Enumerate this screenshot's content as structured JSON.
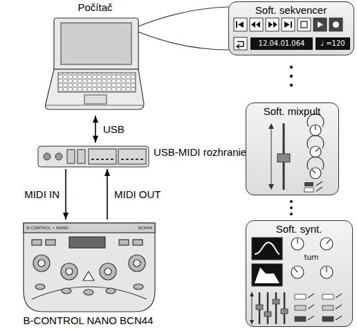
{
  "diagram": {
    "nodes": [
      {
        "text": [
          "Počítač"
        ]
      },
      {
        "text": [
          "USB-MIDI rozhranie"
        ]
      },
      {
        "text": [
          "B-CONTROL NANO BCN44"
        ]
      },
      {
        "text": [
          "Soft. sekvencer"
        ]
      },
      {
        "text": [
          "Soft. mixpult"
        ]
      },
      {
        "text": [
          "Soft. synt."
        ]
      }
    ],
    "edges": [
      {
        "from": 0,
        "to": 1,
        "label": "USB",
        "arrow": "both"
      },
      {
        "from": 1,
        "to": 2,
        "label": "MIDI IN",
        "arrow": "to"
      },
      {
        "from": 2,
        "to": 1,
        "label": "MIDI OUT",
        "arrow": "to"
      }
    ],
    "labels": [
      "12.04.01.064",
      "♩ =120",
      "turn",
      "B-CONTROL • NANO",
      "BCN44"
    ]
  }
}
